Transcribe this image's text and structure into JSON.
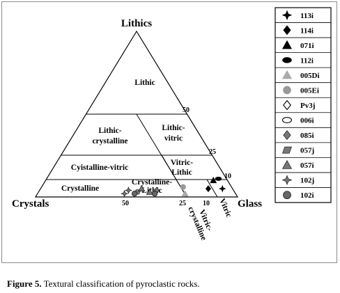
{
  "chart_data": {
    "type": "scatter",
    "subtype": "ternary",
    "vertices": {
      "top": "Lithics",
      "left": "Crystals",
      "right": "Glass"
    },
    "grid": false,
    "legend_position": "right",
    "field_labels": [
      {
        "name": "lithic",
        "lines": [
          "Lithic"
        ]
      },
      {
        "name": "lithic-crystalline",
        "lines": [
          "Lithic-",
          "crystalline"
        ]
      },
      {
        "name": "lithic-vitric",
        "lines": [
          "Lithic-",
          "vitric"
        ]
      },
      {
        "name": "crystalline-vitric",
        "lines": [
          "Cyistalline-vitric"
        ]
      },
      {
        "name": "vitric-lithic",
        "lines": [
          "Vitric-",
          "Lithic"
        ]
      },
      {
        "name": "crystalline",
        "lines": [
          "Crystalline"
        ]
      },
      {
        "name": "crystalline-lithic",
        "lines": [
          "Crystalline-",
          "Lithic"
        ]
      },
      {
        "name": "vitric-crystalline",
        "lines": [
          "Vitric-",
          "crystalline"
        ]
      },
      {
        "name": "vitric",
        "lines": [
          "Vitric"
        ]
      }
    ],
    "boundary_labels": [
      "50",
      "25",
      "10",
      "50",
      "25",
      "10"
    ],
    "series": [
      {
        "name": "113i",
        "marker": "star4",
        "color": "#000000",
        "points": [
          {
            "crystals": 5,
            "lithics": 5,
            "glass": 90
          }
        ]
      },
      {
        "name": "114i",
        "marker": "diamond",
        "color": "#000000",
        "points": [
          {
            "crystals": 12,
            "lithics": 5,
            "glass": 83
          }
        ]
      },
      {
        "name": "071i",
        "marker": "triangle",
        "color": "#000000",
        "points": [
          {
            "crystals": 7,
            "lithics": 10,
            "glass": 83
          }
        ]
      },
      {
        "name": "112i",
        "marker": "ellipse",
        "color": "#000000",
        "points": [
          {
            "crystals": 4,
            "lithics": 11,
            "glass": 85
          }
        ]
      },
      {
        "name": "005Di",
        "marker": "triangle",
        "color": "#aaaaaa",
        "points": [
          {
            "crystals": 25,
            "lithics": 2,
            "glass": 73
          }
        ]
      },
      {
        "name": "005Ei",
        "marker": "circle",
        "color": "#999999",
        "points": [
          {
            "crystals": 24,
            "lithics": 6,
            "glass": 70
          }
        ]
      },
      {
        "name": "Pv3j",
        "marker": "diamond-open",
        "color": "#ffffff",
        "points": []
      },
      {
        "name": "006i",
        "marker": "ellipse-open",
        "color": "#ffffff",
        "points": []
      },
      {
        "name": "085i",
        "marker": "diamond",
        "color": "#777777",
        "points": [
          {
            "crystals": 38,
            "lithics": 4,
            "glass": 58
          }
        ]
      },
      {
        "name": "057j",
        "marker": "parallelogram",
        "color": "#777777",
        "points": [
          {
            "crystals": 48,
            "lithics": 3,
            "glass": 49
          }
        ]
      },
      {
        "name": "057i",
        "marker": "triangle",
        "color": "#777777",
        "points": [
          {
            "crystals": 42,
            "lithics": 3,
            "glass": 55
          },
          {
            "crystals": 45,
            "lithics": 5,
            "glass": 50
          }
        ]
      },
      {
        "name": "102j",
        "marker": "star4",
        "color": "#777777",
        "points": [
          {
            "crystals": 52,
            "lithics": 4,
            "glass": 44
          },
          {
            "crystals": 55,
            "lithics": 2,
            "glass": 43
          }
        ]
      },
      {
        "name": "102i",
        "marker": "circle",
        "color": "#666666",
        "points": [
          {
            "crystals": 50,
            "lithics": 2,
            "glass": 48
          },
          {
            "crystals": 40,
            "lithics": 2,
            "glass": 58
          }
        ]
      }
    ]
  },
  "caption": {
    "prefix": "Figure 5.",
    "text": " Textural classification of pyroclastic rocks."
  }
}
